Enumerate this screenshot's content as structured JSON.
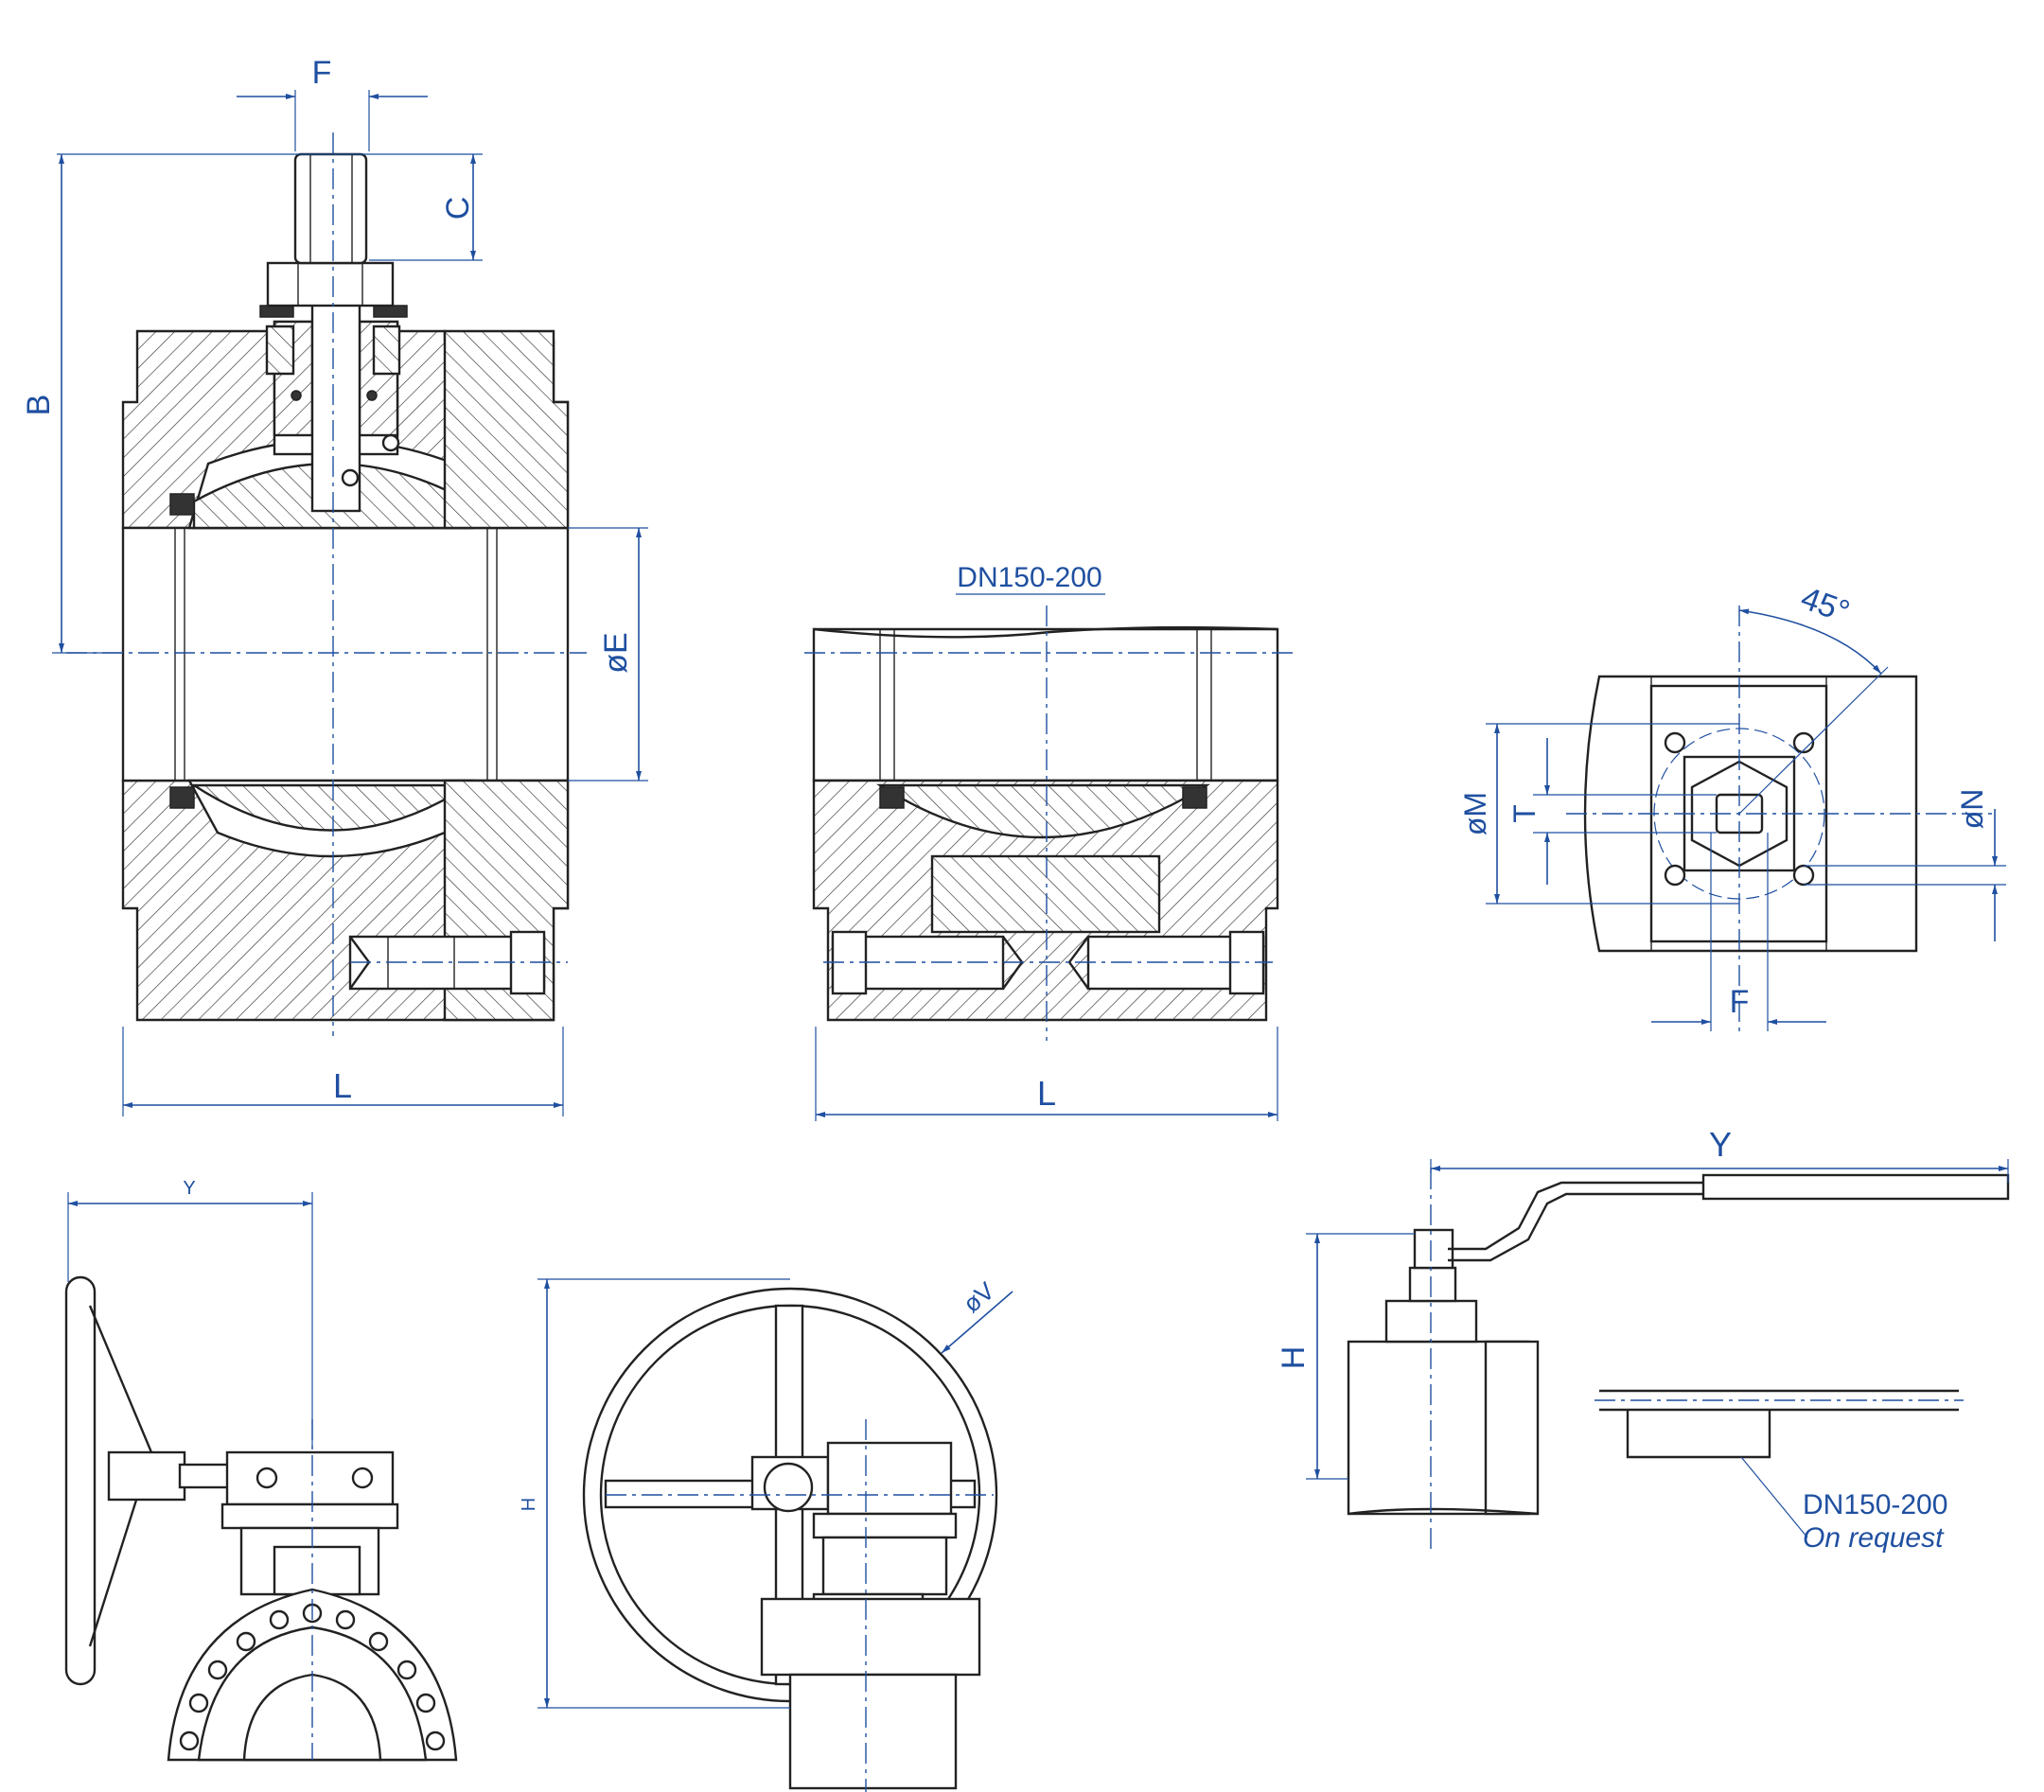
{
  "drawing": {
    "section_main": {
      "label_F": "F",
      "label_C": "C",
      "label_B": "B",
      "label_E": "øE",
      "label_L": "L"
    },
    "section_dn": {
      "title": "DN150-200",
      "label_L": "L"
    },
    "top_view": {
      "angle": "45°",
      "label_M": "øM",
      "label_T": "T",
      "label_N": "øN",
      "label_F": "F"
    },
    "gear_side": {
      "label_Y": "Y"
    },
    "gear_front": {
      "label_H": "H",
      "label_V": "øV"
    },
    "lever_view": {
      "label_Y": "Y",
      "label_H": "H",
      "note_line1": "DN150-200",
      "note_line2": "On request"
    }
  },
  "colors": {
    "dimension": "#1f4fa0",
    "outline": "#222222"
  }
}
